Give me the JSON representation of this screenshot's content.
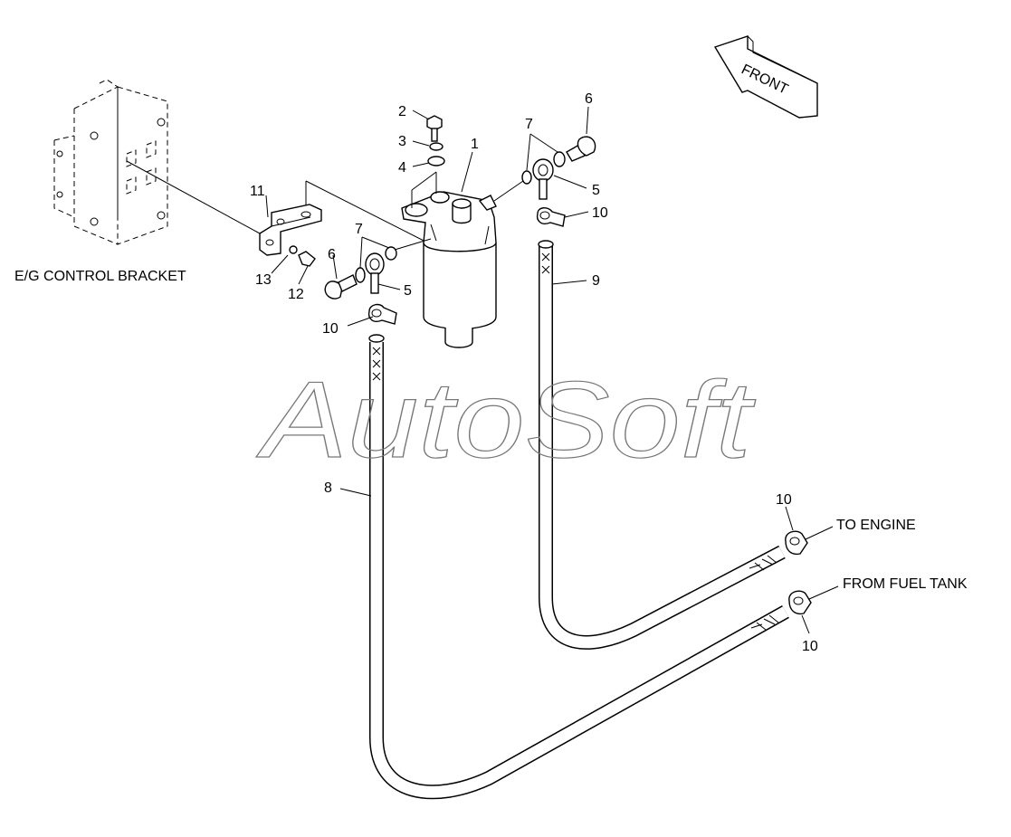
{
  "captions": {
    "bracket": "E/G CONTROL BRACKET",
    "front": "FRONT",
    "to_engine": "TO ENGINE",
    "from_tank": "FROM FUEL TANK"
  },
  "watermark": "AutoSoft",
  "parts": {
    "filter": "1",
    "bolt": "2",
    "washer_small": "3",
    "washer_large": "4",
    "eye_fitting_left": "5",
    "eye_fitting_right": "5",
    "eye_bolt_left": "6",
    "eye_bolt_right": "6",
    "orings_left": "7",
    "orings_right": "7",
    "hose_8": "8",
    "hose_9": "9",
    "clamp_left": "10",
    "clamp_right": "10",
    "clamp_engine": "10",
    "clamp_tank": "10",
    "bracket": "11",
    "bracket_bolt": "12",
    "bracket_washer": "13"
  }
}
